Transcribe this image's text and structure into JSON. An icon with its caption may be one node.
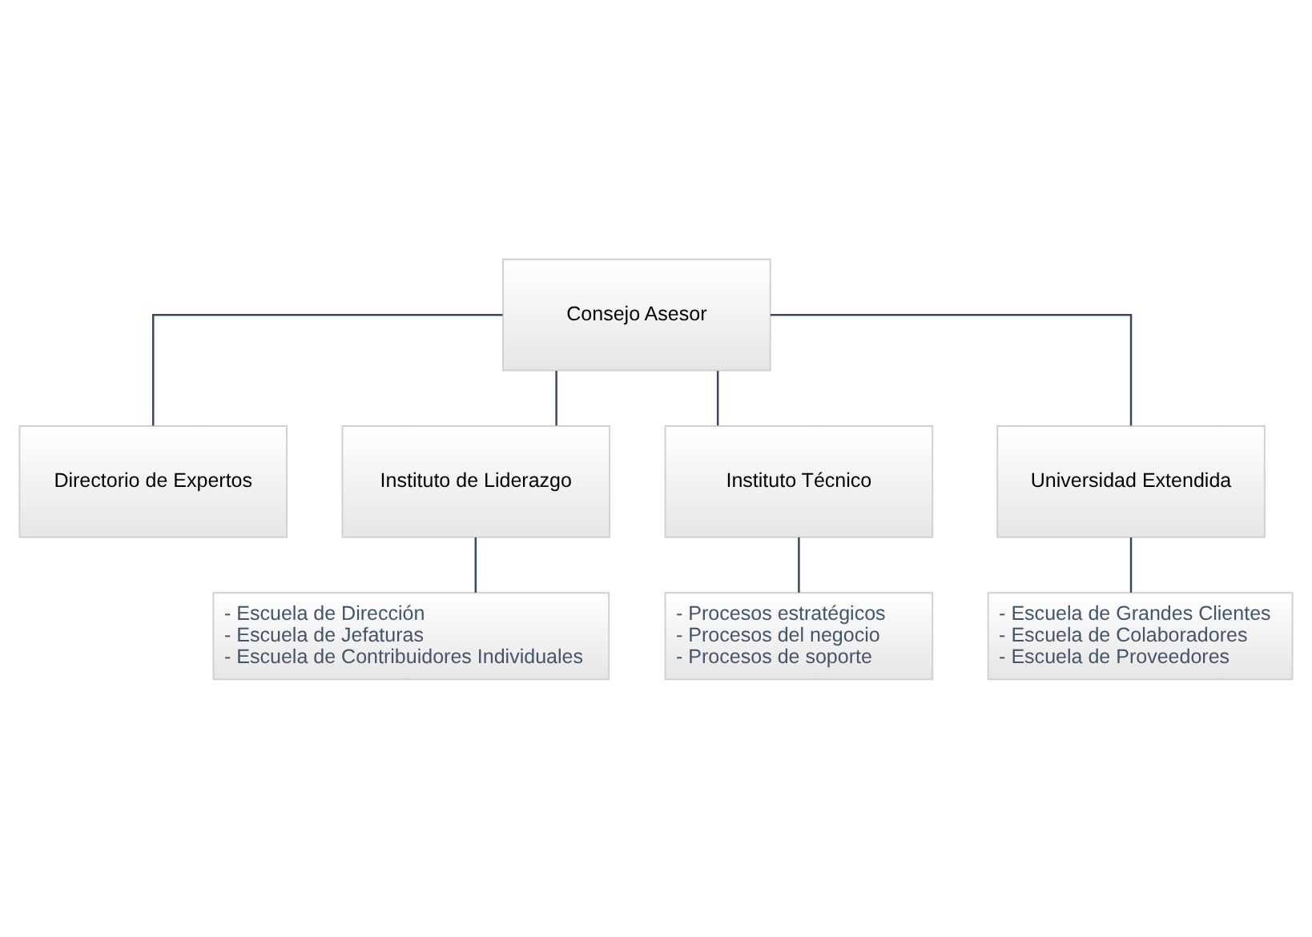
{
  "diagram": {
    "nodes": [
      {
        "text": [
          "Consejo Asesor"
        ]
      },
      {
        "text": [
          "Directorio de Expertos"
        ]
      },
      {
        "text": [
          "Instituto de Liderazgo"
        ]
      },
      {
        "text": [
          "Instituto Técnico"
        ]
      },
      {
        "text": [
          "Universidad Extendida"
        ]
      },
      {
        "text": [
          "- Escuela de Dirección",
          "- Escuela de Jefaturas",
          "- Escuela de Contribuidores Individuales"
        ]
      },
      {
        "text": [
          "- Procesos estratégicos",
          "- Procesos del negocio",
          "- Procesos de soporte"
        ]
      },
      {
        "text": [
          "- Escuela de Grandes Clientes",
          "- Escuela de Colaboradores",
          "- Escuela de Proveedores"
        ]
      }
    ],
    "edges": [
      {
        "from": 0,
        "to": 1,
        "arrow": "none"
      },
      {
        "from": 0,
        "to": 2,
        "arrow": "none"
      },
      {
        "from": 0,
        "to": 3,
        "arrow": "none"
      },
      {
        "from": 0,
        "to": 4,
        "arrow": "none"
      },
      {
        "from": 2,
        "to": 5,
        "arrow": "none"
      },
      {
        "from": 3,
        "to": 6,
        "arrow": "none"
      },
      {
        "from": 4,
        "to": 7,
        "arrow": "none"
      }
    ]
  }
}
